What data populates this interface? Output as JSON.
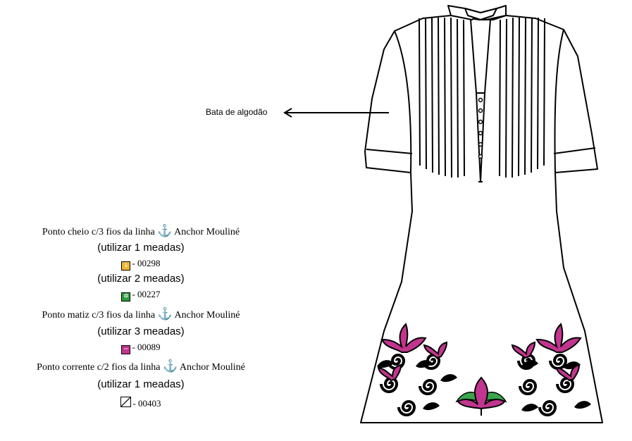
{
  "callout": {
    "label": "Bata de algodão"
  },
  "legend": {
    "anchor_glyph": "⚓",
    "row1": {
      "prefix": "Ponto cheio c/3 fios da linha",
      "brand": "Anchor Mouliné"
    },
    "row1_qty": "(utilizar 1 meadas)",
    "row1_code": "- 00298",
    "row2_qty": "(utilizar 2 meadas)",
    "row2_code": "- 00227",
    "row3": {
      "prefix": "Ponto matiz c/3 fios da linha",
      "brand": "Anchor Mouliné"
    },
    "row3_qty": "(utilizar 3 meadas)",
    "row3_code": "- 00089",
    "row4": {
      "prefix": "Ponto corrente c/2 fios da linha",
      "brand": "Anchor Mouliné"
    },
    "row4_qty": "(utilizar 1 meadas)",
    "row4_code": "- 00403"
  },
  "colors": {
    "yellow": "#f2b632",
    "green": "#2e9a3d",
    "magenta": "#c2358f",
    "leaf_green": "#3aa54a",
    "outline": "#000000"
  }
}
